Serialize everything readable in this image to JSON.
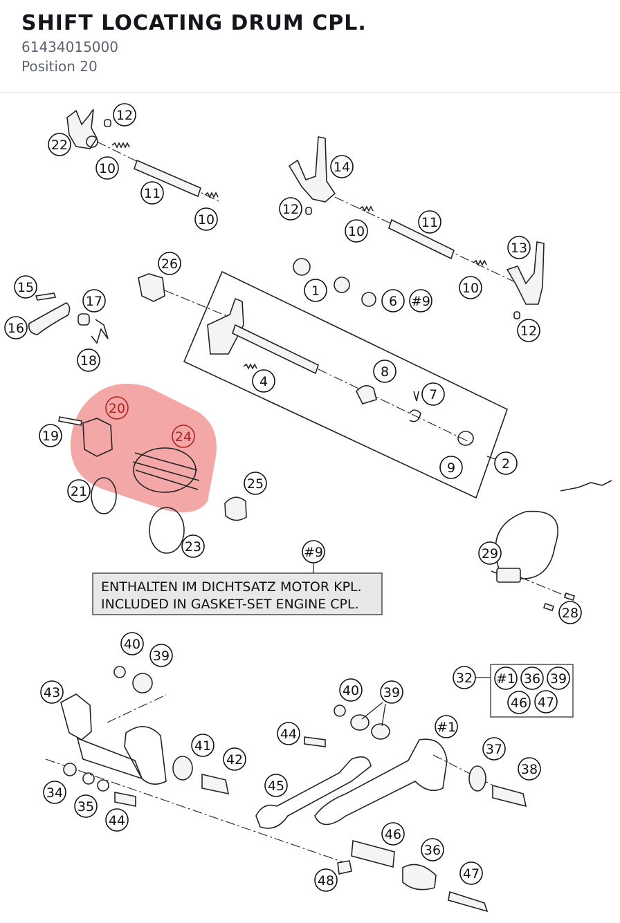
{
  "header": {
    "title": "SHIFT LOCATING DRUM CPL.",
    "part_number": "61434015000",
    "position": "Position 20"
  },
  "note": {
    "ref": "#9",
    "line1": "ENTHALTEN IM DICHTSATZ MOTOR KPL.",
    "line2": "INCLUDED IN GASKET-SET ENGINE CPL."
  },
  "highlight_color": "#f08a8a",
  "highlighted_callouts": [
    "20",
    "24"
  ],
  "callouts": [
    "1",
    "2",
    "4",
    "6",
    "#9",
    "7",
    "8",
    "9",
    "10",
    "10",
    "10",
    "10",
    "11",
    "11",
    "12",
    "12",
    "12",
    "13",
    "14",
    "15",
    "16",
    "17",
    "18",
    "19",
    "20",
    "21",
    "22",
    "23",
    "24",
    "25",
    "26",
    "28",
    "29",
    "32",
    "#1",
    "36",
    "39",
    "46",
    "47",
    "34",
    "35",
    "36",
    "37",
    "38",
    "39",
    "39",
    "40",
    "40",
    "41",
    "42",
    "43",
    "44",
    "44",
    "45",
    "46",
    "47",
    "48",
    "#1"
  ]
}
